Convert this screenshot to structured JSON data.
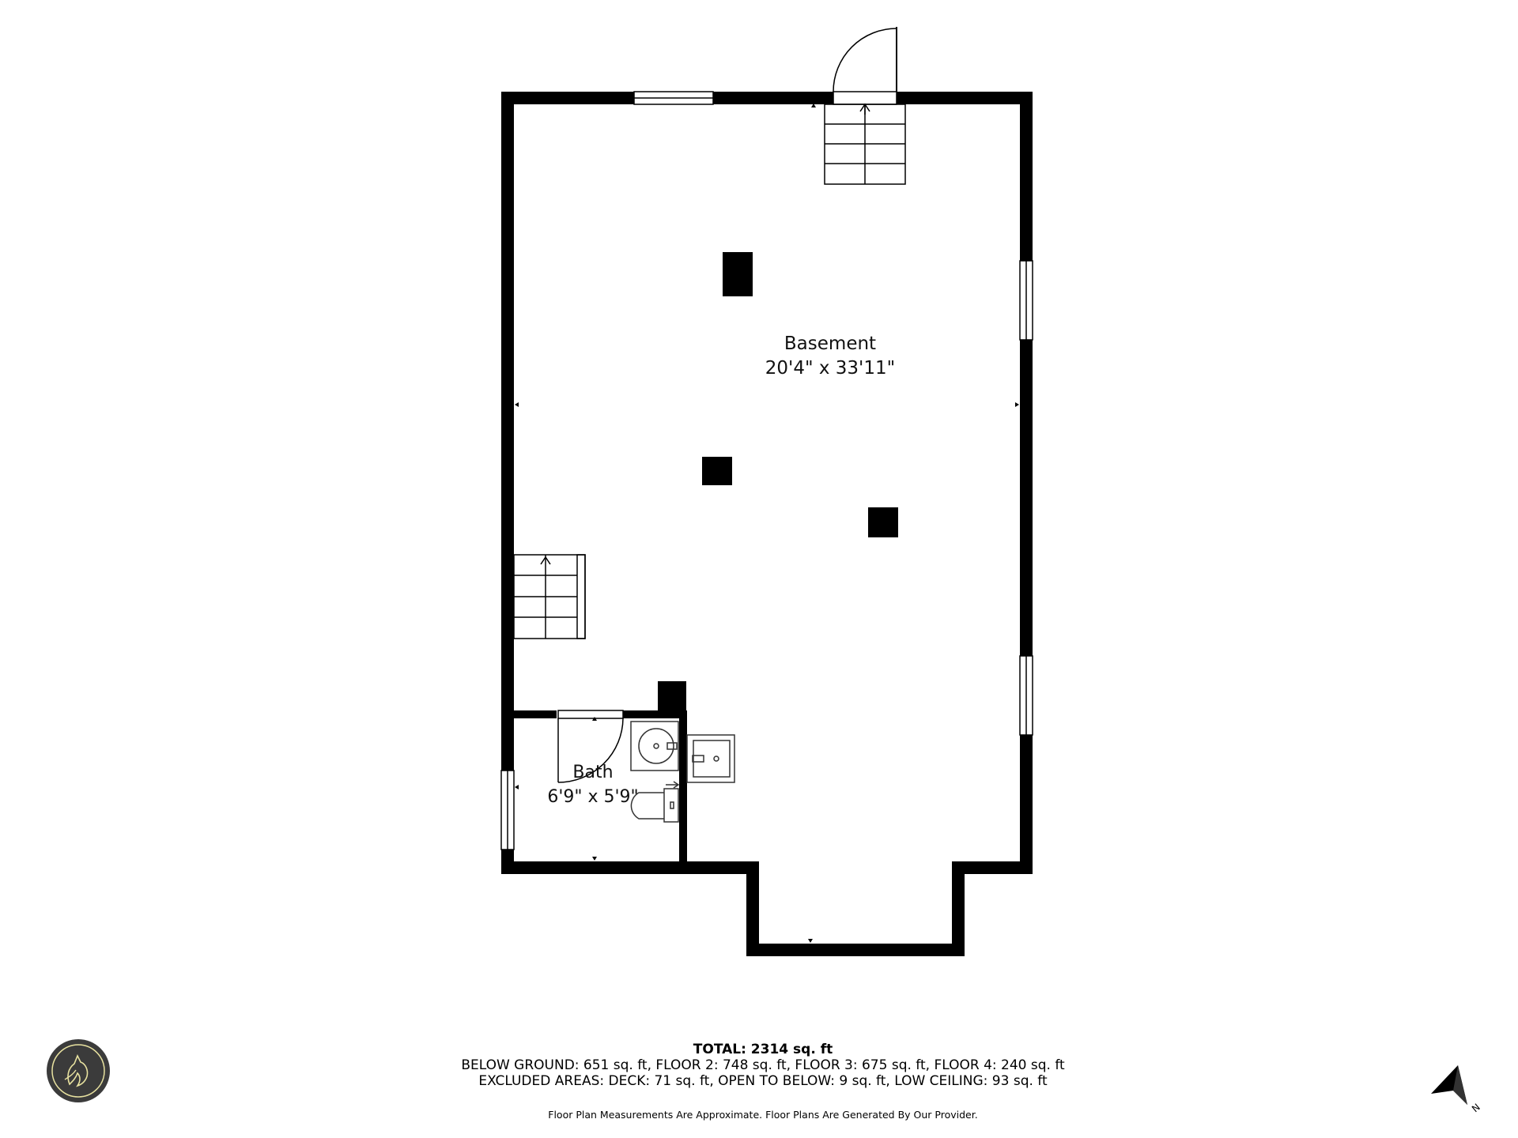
{
  "rooms": {
    "basement": {
      "name": "Basement",
      "dimensions": "20'4\" x 33'11\""
    },
    "bath": {
      "name": "Bath",
      "dimensions": "6'9\" x 5'9\""
    }
  },
  "summary": {
    "total": "TOTAL: 2314 sq. ft",
    "line1": "BELOW GROUND: 651 sq. ft, FLOOR 2: 748 sq. ft, FLOOR 3: 675 sq. ft, FLOOR 4: 240 sq. ft",
    "line2": "EXCLUDED AREAS: DECK: 71 sq. ft, OPEN TO BELOW: 9 sq. ft, LOW CEILING: 93 sq. ft"
  },
  "disclaimer": "Floor Plan Measurements Are Approximate. Floor Plans Are Generated By Our Provider.",
  "compass": {
    "label": "N",
    "icon": "north-arrow-icon"
  },
  "logo": {
    "icon": "wolf-logo-icon",
    "color": "#e8e2a0",
    "background": "#3b3b3b"
  },
  "colors": {
    "wall": "#000000",
    "fixture": "#333333",
    "background": "#ffffff"
  }
}
